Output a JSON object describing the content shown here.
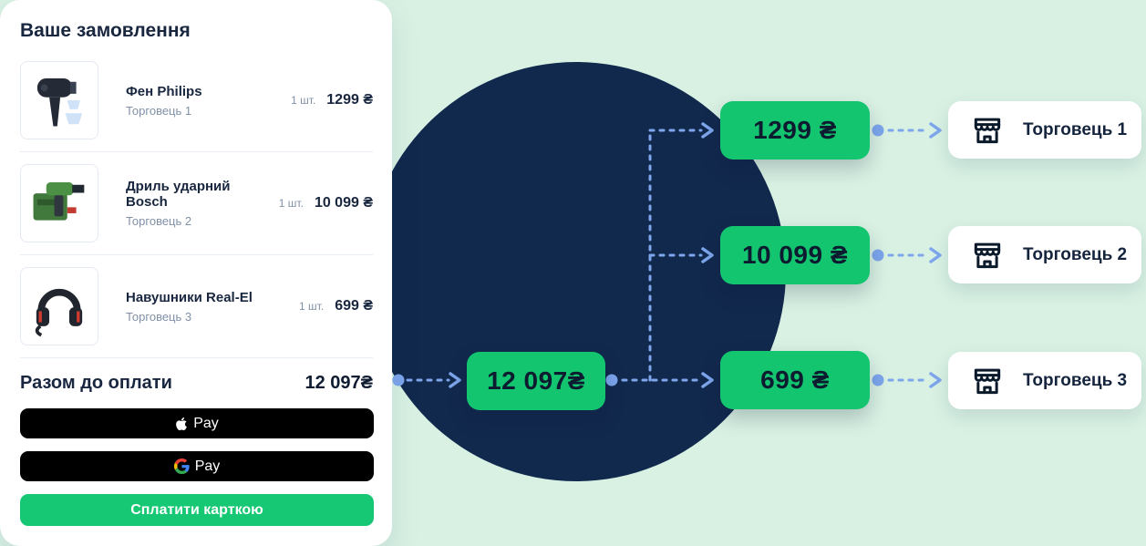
{
  "order_panel": {
    "title": "Ваше замовлення",
    "items": [
      {
        "name": "Фен Philips",
        "seller": "Торговець 1",
        "qty": "1 шт.",
        "price": "1299 ₴"
      },
      {
        "name": "Дриль ударний Bosch",
        "seller": "Торговець 2",
        "qty": "1 шт.",
        "price": "10 099 ₴"
      },
      {
        "name": "Навушники Real-El",
        "seller": "Торговець 3",
        "qty": "1 шт.",
        "price": "699 ₴"
      }
    ],
    "total_label": "Разом до оплати",
    "total_value": "12 097₴",
    "apple_pay_label": "Pay",
    "google_pay_label": "Pay",
    "card_pay_label": "Сплатити карткою"
  },
  "diagram": {
    "total_amount": "12 097₴",
    "splits": [
      {
        "amount": "1299 ₴",
        "merchant": "Торговець 1"
      },
      {
        "amount": "10 099 ₴",
        "merchant": "Торговець 2"
      },
      {
        "amount": "699 ₴",
        "merchant": "Торговець 3"
      }
    ],
    "colors": {
      "background_mint": "#d8f1e3",
      "circle_navy": "#12294e",
      "accent_green": "#12c56e",
      "arrow_blue": "#7da6ec",
      "text_dark": "#18263f"
    }
  }
}
